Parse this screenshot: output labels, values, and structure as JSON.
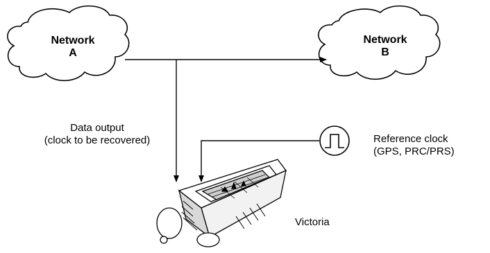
{
  "network_a": {
    "line1": "Network",
    "line2": "A"
  },
  "network_b": {
    "line1": "Network",
    "line2": "B"
  },
  "data_output": {
    "line1": "Data output",
    "line2": "(clock to be recovered)"
  },
  "reference_clock": {
    "line1": "Reference clock",
    "line2": "(GPS, PRC/PRS)"
  },
  "device": {
    "label": "Victoria"
  }
}
